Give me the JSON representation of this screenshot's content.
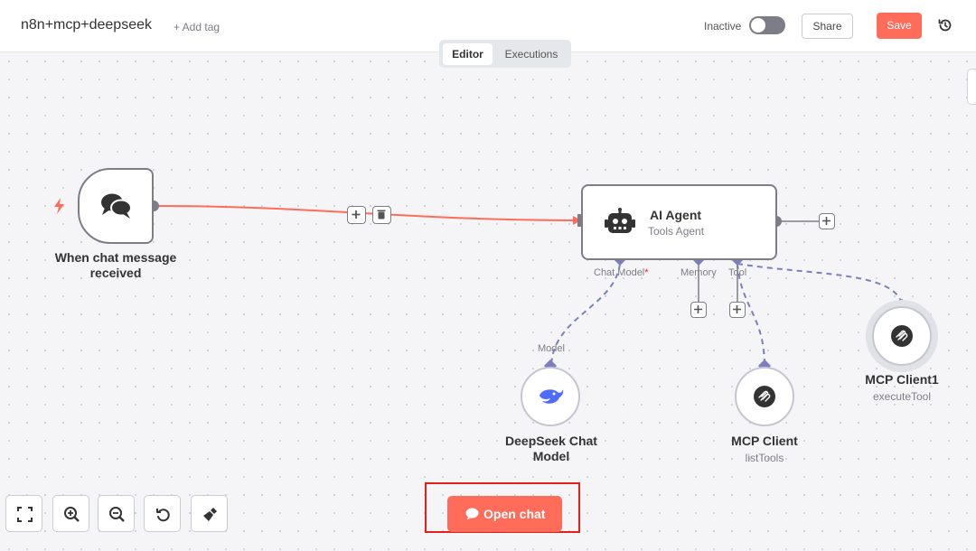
{
  "header": {
    "workflow_name": "n8n+mcp+deepseek",
    "add_tag": "+ Add tag",
    "status_label": "Inactive",
    "share_label": "Share",
    "save_label": "Save"
  },
  "tabs": [
    {
      "label": "Editor",
      "active": true
    },
    {
      "label": "Executions",
      "active": false
    }
  ],
  "nodes": {
    "trigger": {
      "label_line1": "When chat message",
      "label_line2": "received",
      "icon": "chat-bubbles-icon"
    },
    "agent": {
      "title": "AI Agent",
      "subtitle": "Tools Agent",
      "icon": "robot-icon"
    },
    "deepseek": {
      "label_line1": "DeepSeek Chat",
      "label_line2": "Model",
      "icon": "deepseek-whale-icon"
    },
    "mcp_client": {
      "title": "MCP Client",
      "subtitle": "listTools",
      "icon": "mcp-icon"
    },
    "mcp_client1": {
      "title": "MCP Client1",
      "subtitle": "executeTool",
      "icon": "mcp-icon"
    }
  },
  "ports": {
    "chat_model": "Chat Model",
    "required_marker": "*",
    "memory": "Memory",
    "tool": "Tool",
    "model": "Model"
  },
  "open_chat_label": "Open chat",
  "colors": {
    "accent": "#ff6d5a",
    "wire_main": "#ff6d5a",
    "wire_sub": "#7b7fbd",
    "node_border": "#7d7d87",
    "highlight": "#e5201a"
  }
}
